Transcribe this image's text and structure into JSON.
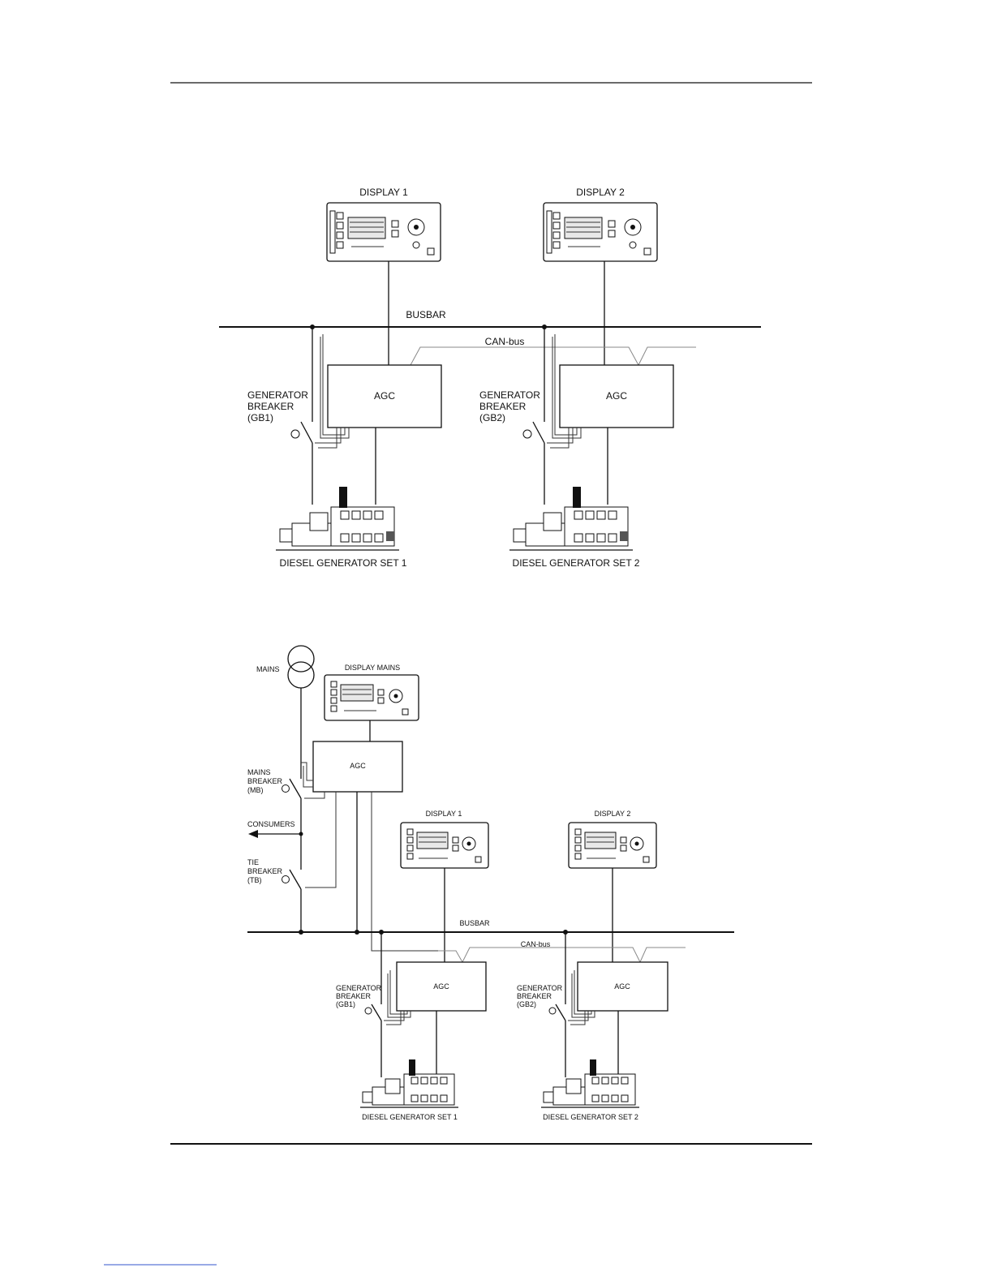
{
  "diagram1": {
    "display_1": "DISPLAY 1",
    "display_2": "DISPLAY 2",
    "busbar": "BUSBAR",
    "canbus": "CAN-bus",
    "agc": "AGC",
    "gb1": [
      "GENERATOR",
      "BREAKER",
      "(GB1)"
    ],
    "gb2": [
      "GENERATOR",
      "BREAKER",
      "(GB2)"
    ],
    "genset_1": "DIESEL GENERATOR SET 1",
    "genset_2": "DIESEL GENERATOR SET 2"
  },
  "diagram2": {
    "mains": "MAINS",
    "display_mains": "DISPLAY MAINS",
    "agc": "AGC",
    "mb": [
      "MAINS",
      "BREAKER",
      "(MB)"
    ],
    "consumers": "CONSUMERS",
    "tb": [
      "TIE",
      "BREAKER",
      "(TB)"
    ],
    "display_1": "DISPLAY 1",
    "display_2": "DISPLAY 2",
    "busbar": "BUSBAR",
    "canbus": "CAN-bus",
    "gb1": [
      "GENERATOR",
      "BREAKER",
      "(GB1)"
    ],
    "gb2": [
      "GENERATOR",
      "BREAKER",
      "(GB2)"
    ],
    "genset_1": "DIESEL GENERATOR SET 1",
    "genset_2": "DIESEL GENERATOR SET 2"
  }
}
